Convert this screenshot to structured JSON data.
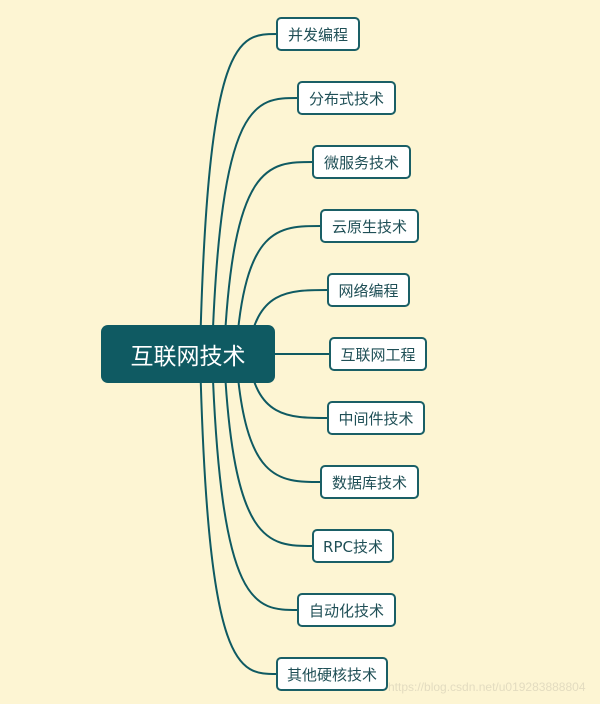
{
  "root": {
    "label": "互联网技术"
  },
  "children": [
    {
      "label": "并发编程"
    },
    {
      "label": "分布式技术"
    },
    {
      "label": "微服务技术"
    },
    {
      "label": "云原生技术"
    },
    {
      "label": "网络编程"
    },
    {
      "label": "互联网工程"
    },
    {
      "label": "中间件技术"
    },
    {
      "label": "数据库技术"
    },
    {
      "label": "RPC技术"
    },
    {
      "label": "自动化技术"
    },
    {
      "label": "其他硬核技术"
    }
  ],
  "watermark": "https://blog.csdn.net/u019283888804",
  "colors": {
    "background": "#fdf5d3",
    "root": "#0f5a62",
    "line": "#0f5a62"
  }
}
